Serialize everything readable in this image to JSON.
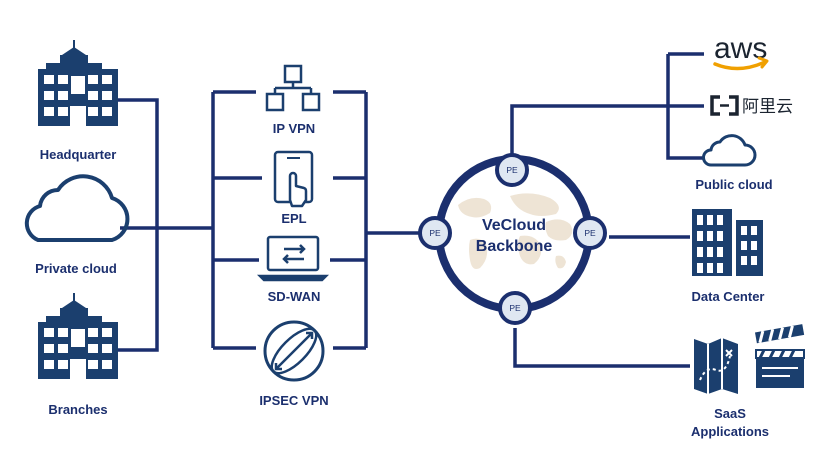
{
  "colors": {
    "line": "#1b2f6e",
    "icon": "#1b3f6e",
    "pe_fill": "#dfe7f2",
    "aws_smile": "#f0a000"
  },
  "labels": {
    "headquarter": "Headquarter",
    "private_cloud": "Private cloud",
    "branches": "Branches",
    "ip_vpn": "IP VPN",
    "epl": "EPL",
    "sd_wan": "SD-WAN",
    "ipsec_vpn": "IPSEC VPN",
    "public_cloud": "Public cloud",
    "data_center": "Data Center",
    "saas_line1": "SaaS",
    "saas_line2": "Applications"
  },
  "backbone": {
    "line1": "VeCloud",
    "line2": "Backbone",
    "pe_label": "PE"
  },
  "logos": {
    "aws": "aws",
    "alibaba": "阿里云"
  },
  "icons": [
    "building-icon",
    "cloud-icon",
    "network-topology-icon",
    "touch-tablet-icon",
    "laptop-icon",
    "globe-icon",
    "map-icon",
    "clapperboard-icon"
  ]
}
